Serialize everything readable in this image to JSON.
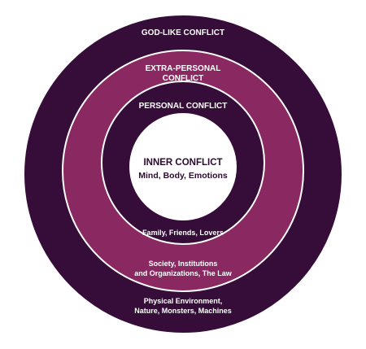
{
  "colors": {
    "background": "#ffffff",
    "outer_ring": "#360d39",
    "middle_ring": "#8a2862",
    "inner_ring": "#360d39",
    "core": "#ffffff",
    "ring_stroke": "#ffffff",
    "light_text": "#ffffff",
    "dark_text": "#2a0a2e"
  },
  "rings": {
    "god_like": {
      "title": "GOD-LIKE CONFLICT",
      "description_line1": "Physical Environment,",
      "description_line2": "Nature, Monsters, Machines"
    },
    "extra_personal": {
      "title_line1": "EXTRA-PERSONAL",
      "title_line2": "CONFLICT",
      "description_line1": "Society, Institutions",
      "description_line2": "and Organizations, The Law"
    },
    "personal": {
      "title": "PERSONAL CONFLICT",
      "description": "Family, Friends, Lovers"
    },
    "inner": {
      "title": "INNER CONFLICT",
      "description": "Mind, Body, Emotions"
    }
  }
}
